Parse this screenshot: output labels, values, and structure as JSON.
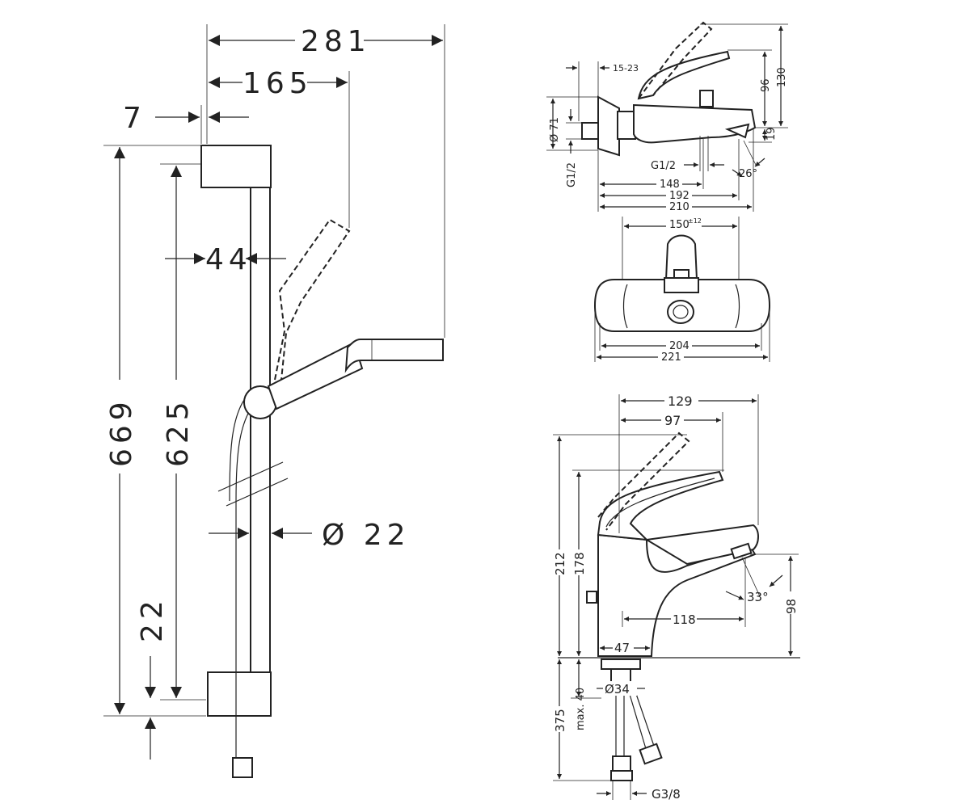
{
  "shower_set": {
    "dimensions": {
      "overall_width": "281",
      "hand_shower_reach": "165",
      "wall_offset": "7",
      "bar_gap": "44",
      "overall_height": "669",
      "bar_length": "625",
      "bar_diameter": "Ø 22",
      "bottom_offset": "22"
    }
  },
  "bath_mixer": {
    "dimensions": {
      "wall_adjust": "15-23",
      "height_total": "130",
      "height_lever": "96",
      "height_spout": "19",
      "flange_diameter": "Ø 71",
      "inlet_thread": "G1/2",
      "outlet_thread": "G1/2",
      "angle": "26°",
      "depth_1": "148",
      "depth_2": "192",
      "depth_3": "210",
      "centers": "150",
      "centers_tolerance": "±12",
      "width_inner": "204",
      "width_outer": "221"
    }
  },
  "basin_mixer": {
    "dimensions": {
      "reach_total": "129",
      "reach_lever": "97",
      "height_total": "212",
      "height_body": "178",
      "spout_reach": "118",
      "angle": "33°",
      "spout_height": "98",
      "base_width": "47",
      "shank_diameter": "Ø34",
      "max_thickness": "max. 40",
      "hose_length": "375",
      "hose_thread": "G3/8"
    }
  }
}
